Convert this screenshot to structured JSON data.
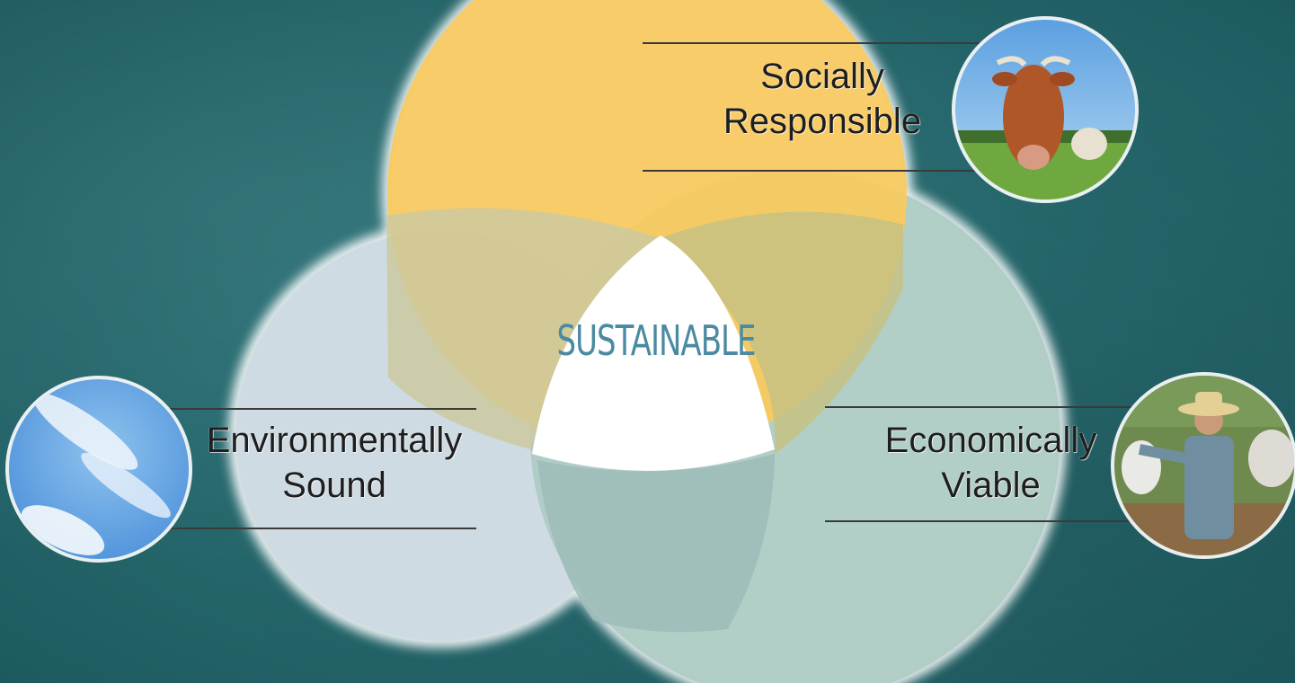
{
  "diagram": {
    "center": "SUSTAINABLE",
    "sets": [
      {
        "key": "social",
        "line1": "Socially",
        "line2": "Responsible",
        "image": "cow-photo"
      },
      {
        "key": "environmental",
        "line1": "Environmentally",
        "line2": "Sound",
        "image": "sky-photo"
      },
      {
        "key": "economic",
        "line1": "Economically",
        "line2": "Viable",
        "image": "farmer-photo"
      }
    ]
  },
  "colors": {
    "social": "#f9c95e",
    "environmental": "#cfdbe3",
    "economic": "#aecbc4",
    "center": "#ffffff",
    "background": "#2a6f77"
  }
}
